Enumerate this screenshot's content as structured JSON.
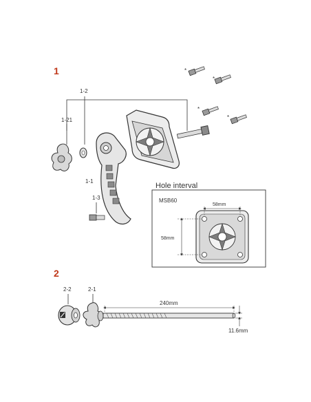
{
  "colors": {
    "section_number": "#c0391b",
    "line": "#333333",
    "part_fill": "#e6e6e6",
    "part_dark": "#8a8a8a",
    "background": "#ffffff"
  },
  "section1": {
    "number": "1",
    "labels": {
      "part_1_2": "1-2",
      "part_1_21": "1-21",
      "part_1_1": "1-1",
      "part_1_3": "1-3"
    },
    "inset": {
      "title": "Hole interval",
      "model": "MSB60",
      "dim_horizontal": "58mm",
      "dim_vertical": "58mm"
    }
  },
  "section2": {
    "number": "2",
    "labels": {
      "part_2_2": "2-2",
      "part_2_1": "2-1"
    },
    "dim_length": "240mm",
    "dim_diameter": "11.6mm"
  },
  "icons": [
    "bolt-icon",
    "wing-nut-icon",
    "washer-icon",
    "lever-arm-icon",
    "mount-plate-icon",
    "threaded-rod-icon",
    "lock-nut-icon"
  ]
}
